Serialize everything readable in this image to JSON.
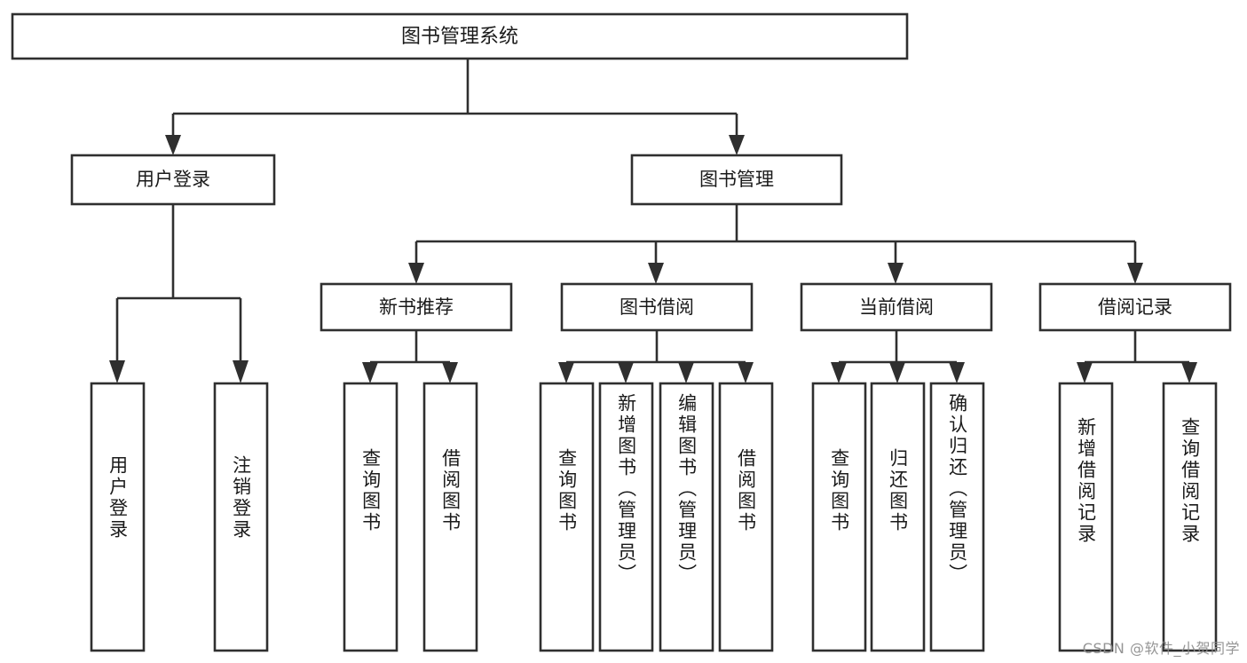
{
  "diagram": {
    "type": "tree-hierarchy",
    "title": "图书管理系统",
    "orientation": "top-down",
    "colors": {
      "stroke": "#2f2f2f",
      "fill": "#ffffff",
      "text": "#1a1a1a",
      "background": "#ffffff",
      "watermark": "#8d8d8d"
    },
    "levels": {
      "root": {
        "label": "图书管理系统"
      },
      "level2": [
        {
          "label": "用户登录"
        },
        {
          "label": "图书管理"
        }
      ],
      "level3": [
        {
          "label": "新书推荐"
        },
        {
          "label": "图书借阅"
        },
        {
          "label": "当前借阅"
        },
        {
          "label": "借阅记录"
        }
      ]
    },
    "leaves": {
      "user_login": [
        {
          "label": "用户登录"
        },
        {
          "label": "注销登录"
        }
      ],
      "new_book_recommend": [
        {
          "label": "查询图书"
        },
        {
          "label": "借阅图书"
        }
      ],
      "book_borrow": [
        {
          "label": "查询图书"
        },
        {
          "label": "新增图书（管理员）"
        },
        {
          "label": "编辑图书（管理员）"
        },
        {
          "label": "借阅图书"
        }
      ],
      "current_borrow": [
        {
          "label": "查询图书"
        },
        {
          "label": "归还图书"
        },
        {
          "label": "确认归还（管理员）"
        }
      ],
      "borrow_records": [
        {
          "label": "新增借阅记录"
        },
        {
          "label": "查询借阅记录"
        }
      ]
    }
  },
  "watermark": {
    "text": "CSDN @软件_小贺同学"
  }
}
